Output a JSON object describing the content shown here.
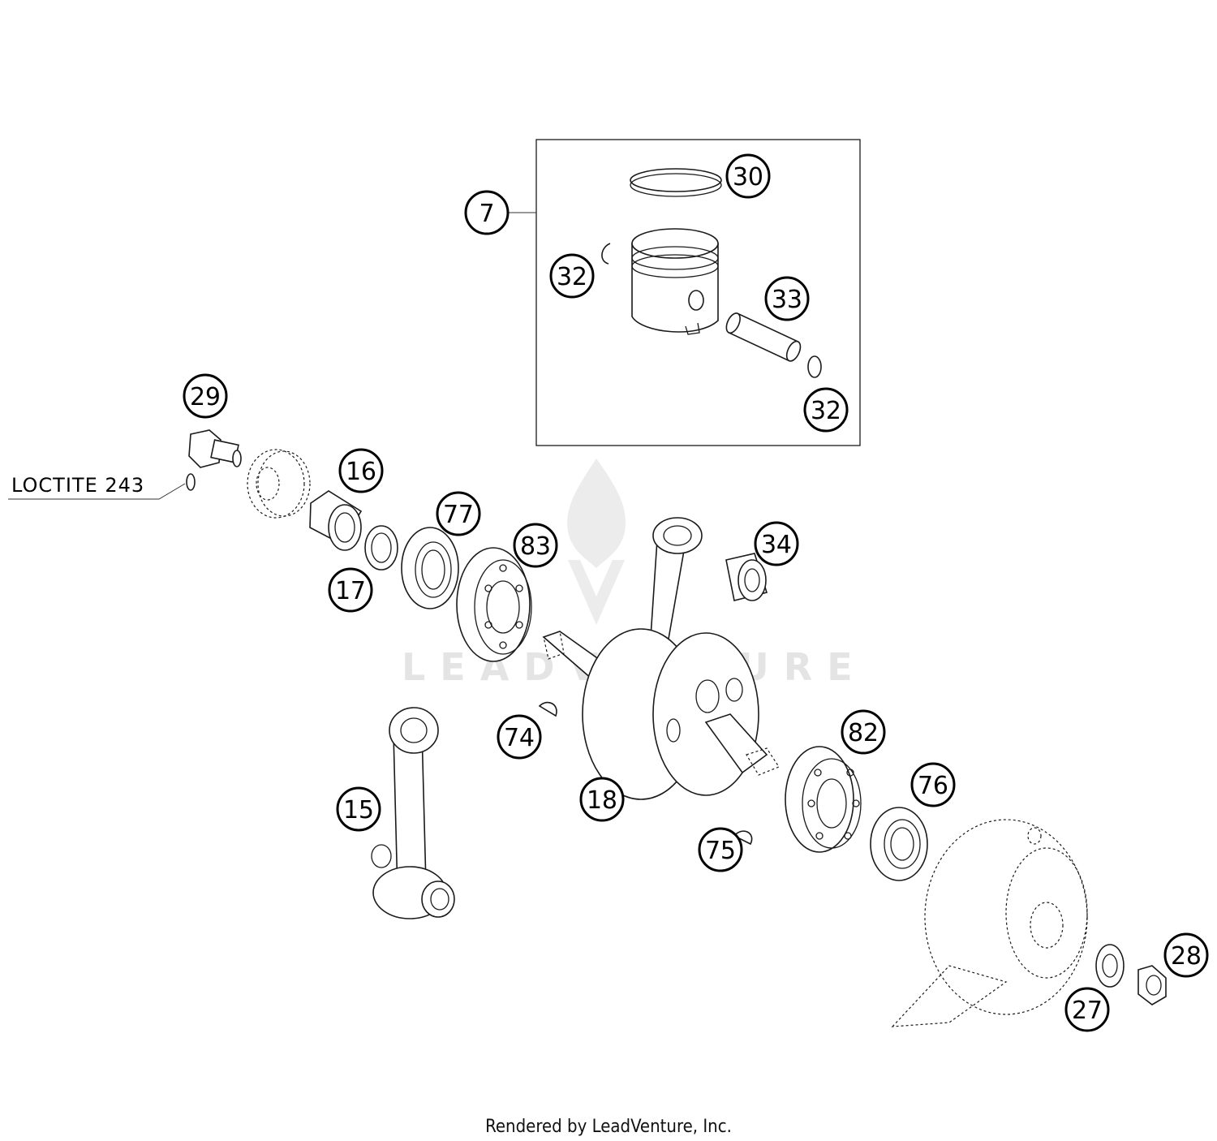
{
  "callouts": [
    {
      "id": "7",
      "label": "7"
    },
    {
      "id": "30",
      "label": "30"
    },
    {
      "id": "32a",
      "label": "32"
    },
    {
      "id": "33",
      "label": "33"
    },
    {
      "id": "32b",
      "label": "32"
    },
    {
      "id": "29",
      "label": "29"
    },
    {
      "id": "16",
      "label": "16"
    },
    {
      "id": "77",
      "label": "77"
    },
    {
      "id": "83",
      "label": "83"
    },
    {
      "id": "34",
      "label": "34"
    },
    {
      "id": "17",
      "label": "17"
    },
    {
      "id": "74",
      "label": "74"
    },
    {
      "id": "82",
      "label": "82"
    },
    {
      "id": "76",
      "label": "76"
    },
    {
      "id": "15",
      "label": "15"
    },
    {
      "id": "18",
      "label": "18"
    },
    {
      "id": "75",
      "label": "75"
    },
    {
      "id": "28",
      "label": "28"
    },
    {
      "id": "27",
      "label": "27"
    }
  ],
  "note": "LOCTITE 243",
  "watermark": "LEADVENTURE",
  "footer": "Rendered by LeadVenture, Inc."
}
